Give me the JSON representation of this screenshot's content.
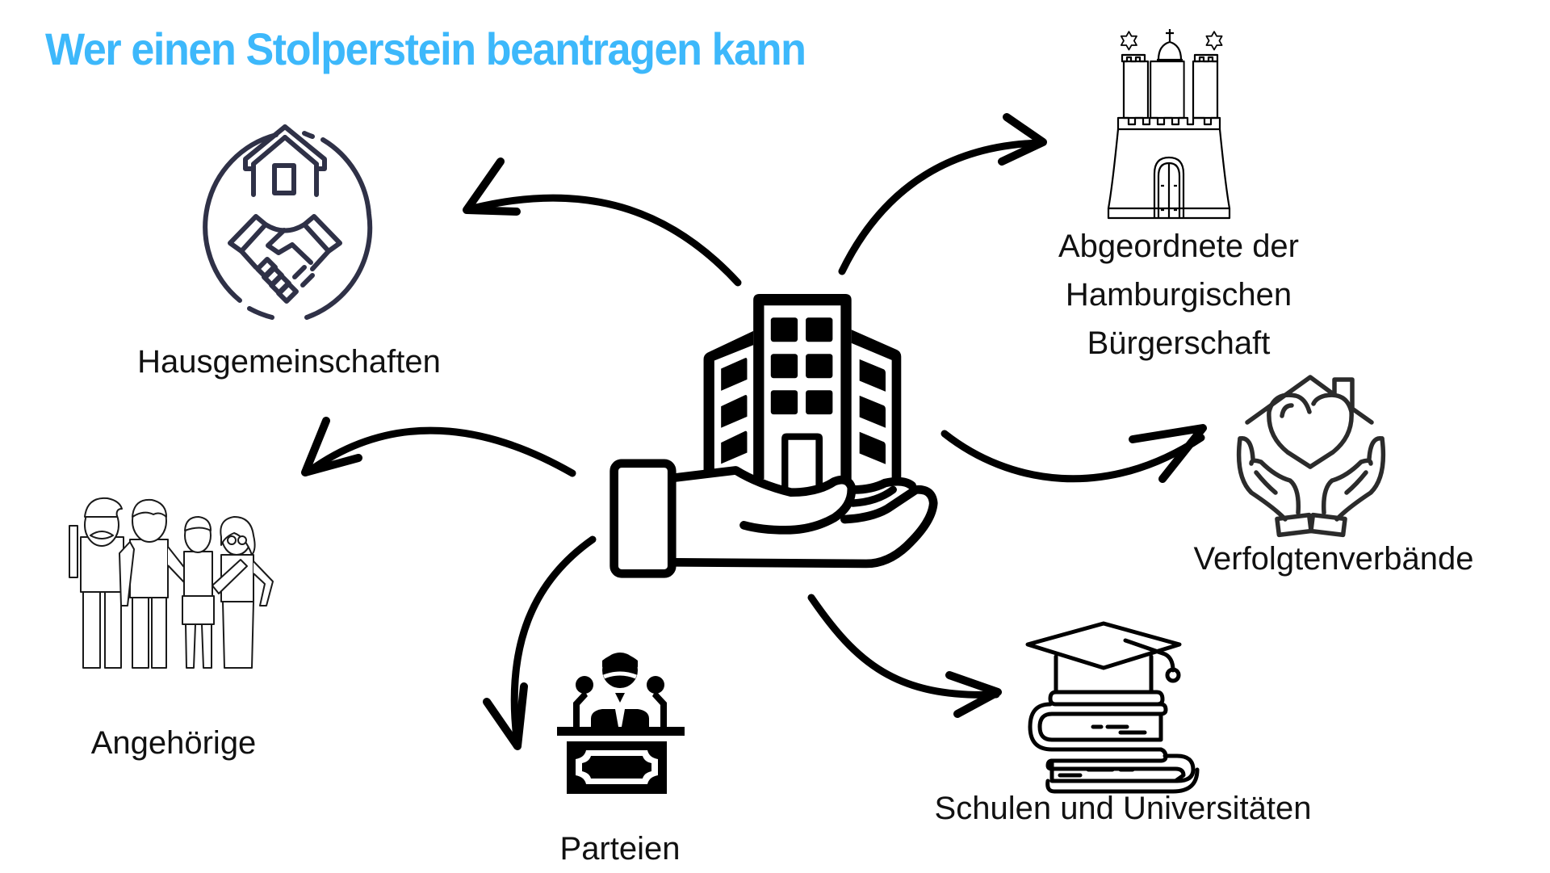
{
  "title": "Wer einen Stolperstein beantragen kann",
  "colors": {
    "title": "#3db8fb",
    "icon_navy": "#2f3147",
    "ink": "#000000"
  },
  "center": {
    "icon": "hand-holding-building-icon"
  },
  "groups": [
    {
      "id": "hausgemeinschaften",
      "label": "Hausgemeinschaften",
      "icon": "house-handshake-icon"
    },
    {
      "id": "abgeordnete",
      "label_lines": [
        "Abgeordnete der",
        "Hamburgischen",
        "Bürgerschaft"
      ],
      "icon": "hamburg-castle-icon"
    },
    {
      "id": "verfolgtenverbaende",
      "label": "Verfolgtenverbände",
      "icon": "hands-heart-house-icon"
    },
    {
      "id": "schulen",
      "label": "Schulen und Universitäten",
      "icon": "graduation-books-icon"
    },
    {
      "id": "parteien",
      "label": "Parteien",
      "icon": "speaker-podium-icon"
    },
    {
      "id": "angehoerige",
      "label": "Angehörige",
      "icon": "family-group-icon"
    }
  ]
}
